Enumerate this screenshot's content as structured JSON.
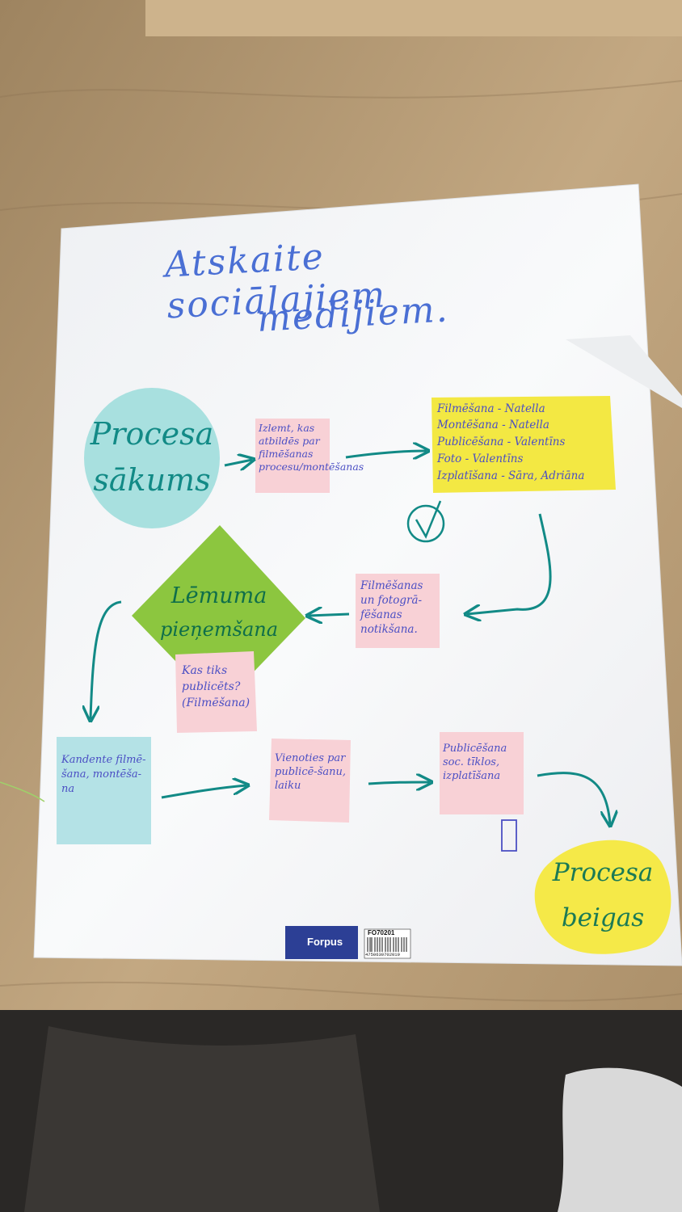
{
  "title": {
    "line1": "Atskaite sociālajiem",
    "line2": "medijiem."
  },
  "shapes": {
    "start": {
      "line1": "Procesa",
      "line2": "sākums",
      "color": "#a8e0df"
    },
    "decision": {
      "line1": "Lēmuma",
      "line2": "pieņemšana",
      "color": "#8cc63f"
    },
    "end": {
      "line1": "Procesa",
      "line2": "beigas",
      "color": "#f5e948"
    }
  },
  "notes": {
    "n1": "Izlemt, kas atbildēs par filmēšanas procesu/montēšanas",
    "n2_lines": [
      "Filmēšana - Natella",
      "Montēšana - Natella",
      "Publicēšana - Valentīns",
      "Foto - Valentīns",
      "Izplatīšana - Sāra, Adriāna"
    ],
    "n3": "Filmēšanas un fotogrā-fēšanas notikšana.",
    "n4": "Kas tiks publicēts? (Filmēšana)",
    "n5": "Kandente filmē-šana, montēša-na",
    "n6": "Vienoties par publicē-šanu, laiku",
    "n7": "Publicēšana soc. tīklos, izplatīšana"
  },
  "logo": {
    "brand": "Forpus",
    "code": "FO70201",
    "barcode": "4750630702019"
  },
  "colors": {
    "ink": "#128a86",
    "pink": "#f8d1d6",
    "yellow": "#f3e843",
    "cyan": "#b4e2e6",
    "paper": "#f7f8fa",
    "wood": "#b79b74"
  }
}
